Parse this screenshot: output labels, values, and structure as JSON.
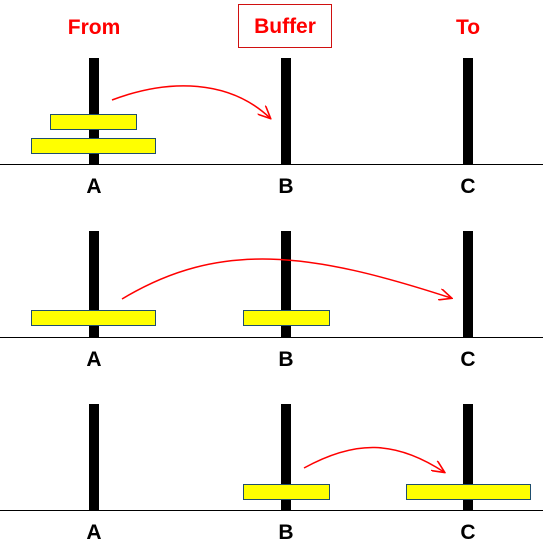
{
  "headers": {
    "from": "From",
    "buffer": "Buffer",
    "to": "To"
  },
  "pegs": [
    "A",
    "B",
    "C"
  ],
  "colors": {
    "header_text": "#ff0000",
    "arrow": "#ff0000",
    "disk_fill": "#ffff00",
    "disk_border": "#1f4e6e",
    "peg": "#000000"
  },
  "steps": [
    {
      "disks": [
        {
          "peg": "A",
          "size": "small"
        },
        {
          "peg": "A",
          "size": "large"
        }
      ],
      "move": {
        "from": "A",
        "to": "B"
      }
    },
    {
      "disks": [
        {
          "peg": "A",
          "size": "large"
        },
        {
          "peg": "B",
          "size": "small"
        }
      ],
      "move": {
        "from": "A",
        "to": "C"
      }
    },
    {
      "disks": [
        {
          "peg": "B",
          "size": "small"
        },
        {
          "peg": "C",
          "size": "large"
        }
      ],
      "move": {
        "from": "B",
        "to": "C"
      }
    }
  ]
}
